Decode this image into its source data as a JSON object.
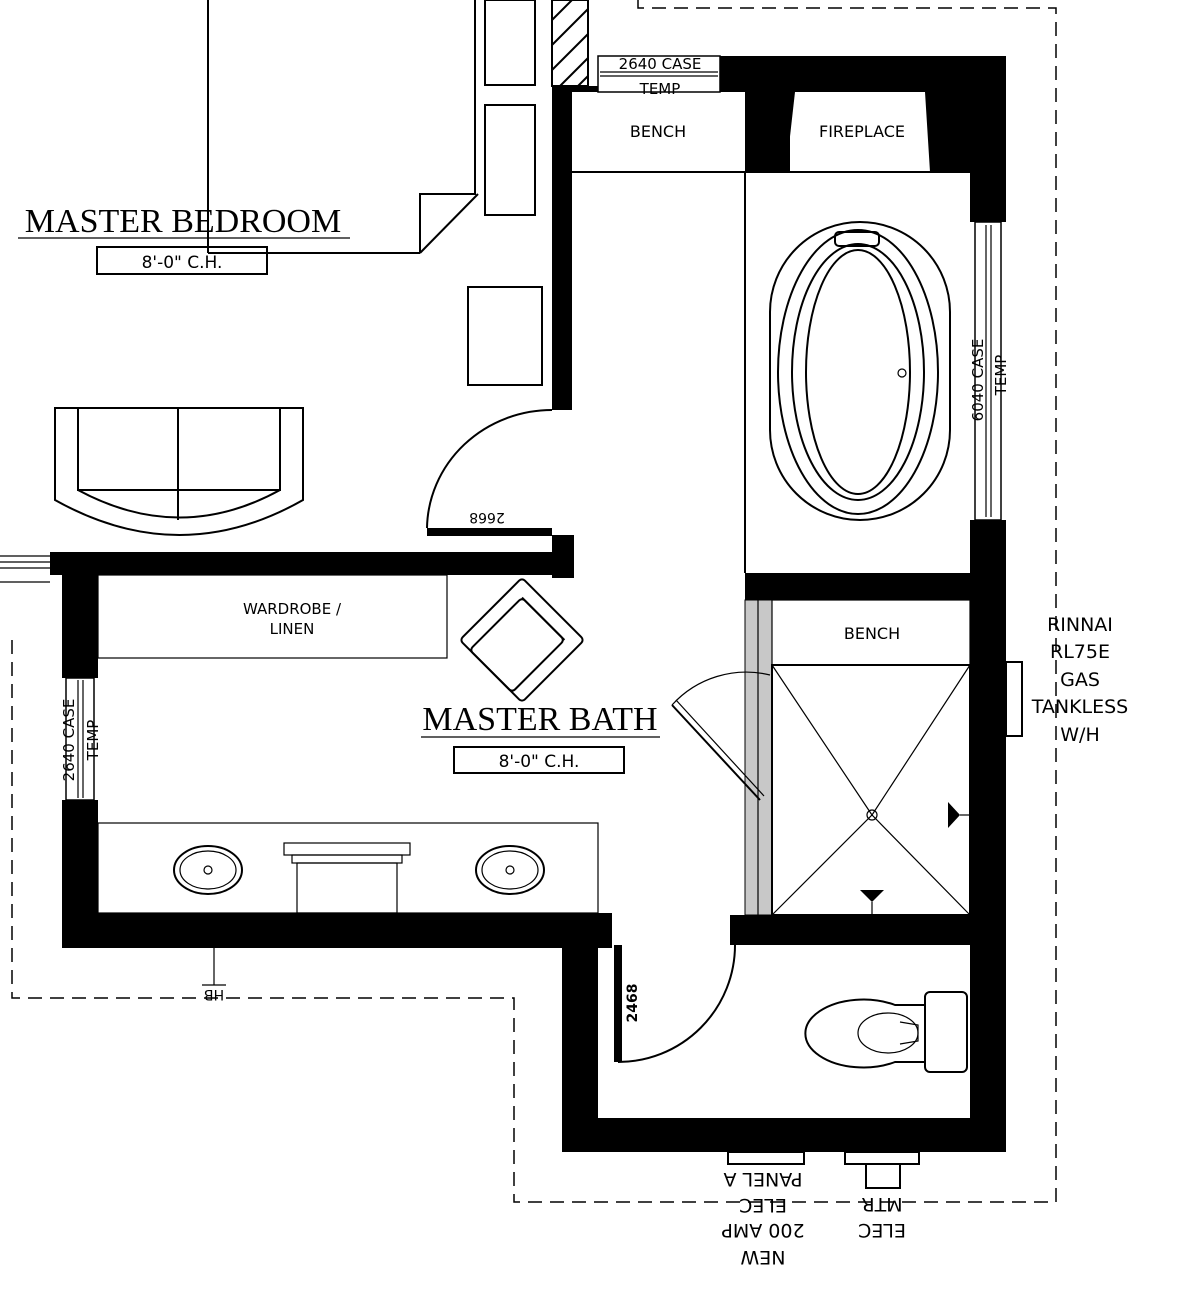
{
  "rooms": {
    "bedroom": {
      "name": "MASTER BEDROOM",
      "ceiling": "8'-0\" C.H."
    },
    "bath": {
      "name": "MASTER BATH",
      "ceiling": "8'-0\" C.H."
    }
  },
  "fixtures": {
    "bench_top": "BENCH",
    "fireplace": "FIREPLACE",
    "bench_shower": "BENCH",
    "wardrobe_1": "WARDROBE /",
    "wardrobe_2": "LINEN"
  },
  "windows": {
    "top_1": "2640 CASE",
    "top_2": "TEMP",
    "right_1": "6040 CASE",
    "right_2": "TEMP",
    "left_1": "2640 CASE",
    "left_2": "TEMP"
  },
  "doors": {
    "bedroom": "2668",
    "wc": "2468"
  },
  "notes": {
    "heater": [
      "RINNAI",
      "RL75E",
      "GAS",
      "TANKLESS",
      "W/H"
    ],
    "panel": [
      "PANEL A",
      "ELEC",
      "200 AMP",
      "NEW"
    ],
    "meter": [
      "MTR",
      "ELEC"
    ],
    "hose_bib": "HB"
  },
  "colors": {
    "wall": "#000000",
    "glass": "#c8c8c8"
  }
}
